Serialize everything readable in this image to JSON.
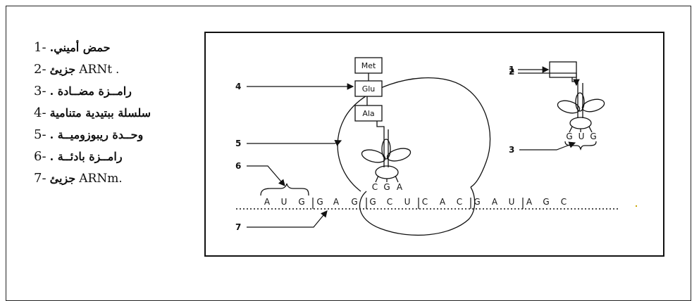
{
  "legend": [
    {
      "num": "1-",
      "label": "حمض أميني."
    },
    {
      "num": "2-",
      "label": "جزيئ",
      "latin": "ARNt",
      "suffix": " ."
    },
    {
      "num": "3-",
      "label": "رامــزة مضــادة ."
    },
    {
      "num": "4-",
      "label": "سلسلة ببتيدية متنامية"
    },
    {
      "num": "5-",
      "label": "وحــدة ريبوزوميــة ."
    },
    {
      "num": "6-",
      "label": "رامــزة بادئــة ."
    },
    {
      "num": "7-",
      "label": "جزيئ",
      "latin": "ARNm",
      "suffix": "."
    }
  ],
  "diagram": {
    "amino_acids": [
      "Met",
      "Glu",
      "Ala"
    ],
    "anticodon_bound": [
      "C",
      "G",
      "A"
    ],
    "anticodon_free": [
      "G",
      "U",
      "G"
    ],
    "mrna_bases": [
      "A",
      "U",
      "G",
      "G",
      "A",
      "G",
      "G",
      "C",
      "U",
      "C",
      "A",
      "C",
      "G",
      "A",
      "U",
      "A",
      "G",
      "C"
    ],
    "pointer_numbers": [
      "1",
      "2",
      "3",
      "4",
      "5",
      "6",
      "7"
    ]
  },
  "colors": {
    "line": "#111111",
    "background": "#ffffff"
  }
}
